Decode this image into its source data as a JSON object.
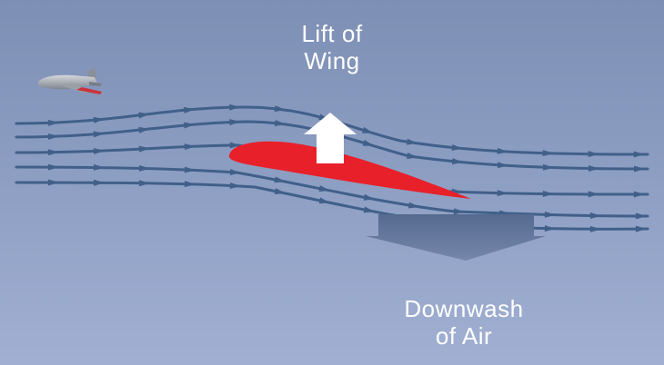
{
  "labels": {
    "lift_line1": "Lift of",
    "lift_line2": "Wing",
    "downwash_line1": "Downwash",
    "downwash_line2": "of Air"
  },
  "colors": {
    "airfoil": "#e8202a",
    "streamline": "#40608a",
    "lift_arrow": "#ffffff",
    "downwash_arrow": "#5f7396"
  },
  "icons": [
    "airplane-icon",
    "lift-arrow-icon",
    "downwash-arrow-icon"
  ]
}
